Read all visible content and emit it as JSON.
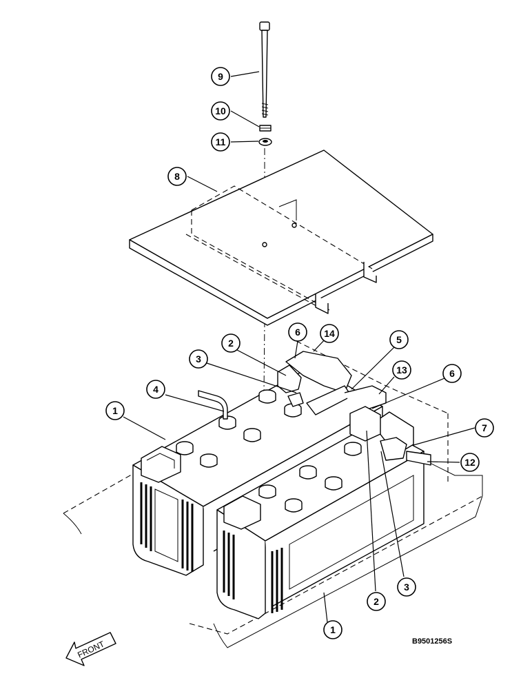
{
  "drawing_code": "B9501256S",
  "front_label": "FRONT",
  "callouts": [
    {
      "id": "c9",
      "label": "9"
    },
    {
      "id": "c10",
      "label": "10"
    },
    {
      "id": "c11",
      "label": "11"
    },
    {
      "id": "c8",
      "label": "8"
    },
    {
      "id": "c6a",
      "label": "6"
    },
    {
      "id": "c14",
      "label": "14"
    },
    {
      "id": "c2a",
      "label": "2"
    },
    {
      "id": "c5",
      "label": "5"
    },
    {
      "id": "c3a",
      "label": "3"
    },
    {
      "id": "c13",
      "label": "13"
    },
    {
      "id": "c6b",
      "label": "6"
    },
    {
      "id": "c4",
      "label": "4"
    },
    {
      "id": "c1a",
      "label": "1"
    },
    {
      "id": "c7",
      "label": "7"
    },
    {
      "id": "c12",
      "label": "12"
    },
    {
      "id": "c2b",
      "label": "2"
    },
    {
      "id": "c3b",
      "label": "3"
    },
    {
      "id": "c1b",
      "label": "1"
    }
  ]
}
